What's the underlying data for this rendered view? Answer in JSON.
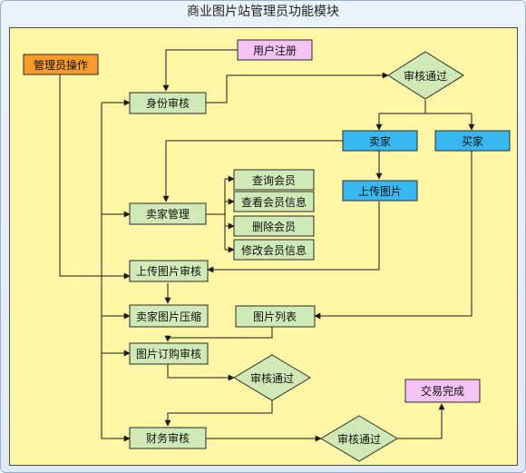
{
  "title": "商业图片站管理员功能模块",
  "colors": {
    "canvas": "#fff6a6",
    "start": "#f79b2a",
    "process": "#cfeab7",
    "decision": "#cfeab7",
    "blue": "#38b8f0",
    "pink": "#f4c3f4"
  },
  "nodes": {
    "admin": "管理员操作",
    "register": "用户注册",
    "identity_review": "身份审核",
    "approved_1": "审核通过",
    "seller": "卖家",
    "buyer": "买家",
    "upload_image": "上传图片",
    "query_member": "查询会员",
    "view_member_info": "查看会员信息",
    "delete_member": "删除会员",
    "edit_member_info": "修改会员信息",
    "seller_management": "卖家管理",
    "upload_review": "上传图片审核",
    "seller_image_compress": "卖家图片压缩",
    "image_list": "图片列表",
    "order_review": "图片订购审核",
    "approved_2": "审核通过",
    "transaction_complete": "交易完成",
    "finance_review": "财务审核",
    "approved_3": "审核通过"
  }
}
